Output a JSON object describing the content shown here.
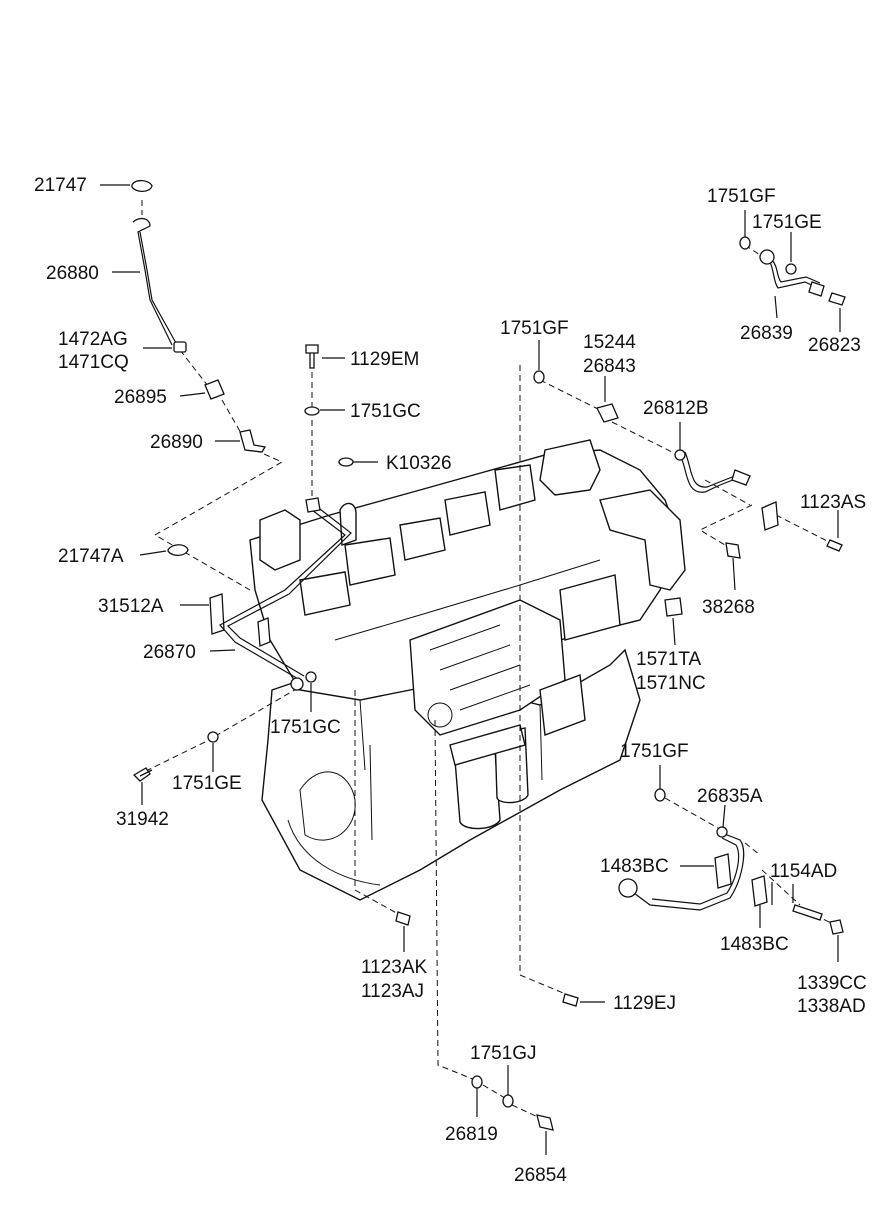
{
  "labels": {
    "p21747": "21747",
    "p26880": "26880",
    "p1472AG": "1472AG",
    "p1471CQ": "1471CQ",
    "p26895": "26895",
    "p26890": "26890",
    "p21747A": "21747A",
    "p31512A": "31512A",
    "p26870": "26870",
    "p1751GC_b": "1751GC",
    "p1751GE_l": "1751GE",
    "p31942": "31942",
    "p1129EM": "1129EM",
    "p1751GC_t": "1751GC",
    "pK10326": "K10326",
    "p1751GF_c": "1751GF",
    "p15244": "15244",
    "p26843": "26843",
    "p26812B": "26812B",
    "p1123AS": "1123AS",
    "p38268": "38268",
    "p1571TA": "1571TA",
    "p1571NC": "1571NC",
    "p1751GF_tr": "1751GF",
    "p1751GE_tr": "1751GE",
    "p26839": "26839",
    "p26823": "26823",
    "p1751GF_r": "1751GF",
    "p26835A": "26835A",
    "p1483BC_a": "1483BC",
    "p1154AD": "1154AD",
    "p1483BC_b": "1483BC",
    "p1339CC": "1339CC",
    "p1338AD": "1338AD",
    "p1123AK": "1123AK",
    "p1123AJ": "1123AJ",
    "p1129EJ": "1129EJ",
    "p1751GJ": "1751GJ",
    "p26819": "26819",
    "p26854": "26854"
  }
}
